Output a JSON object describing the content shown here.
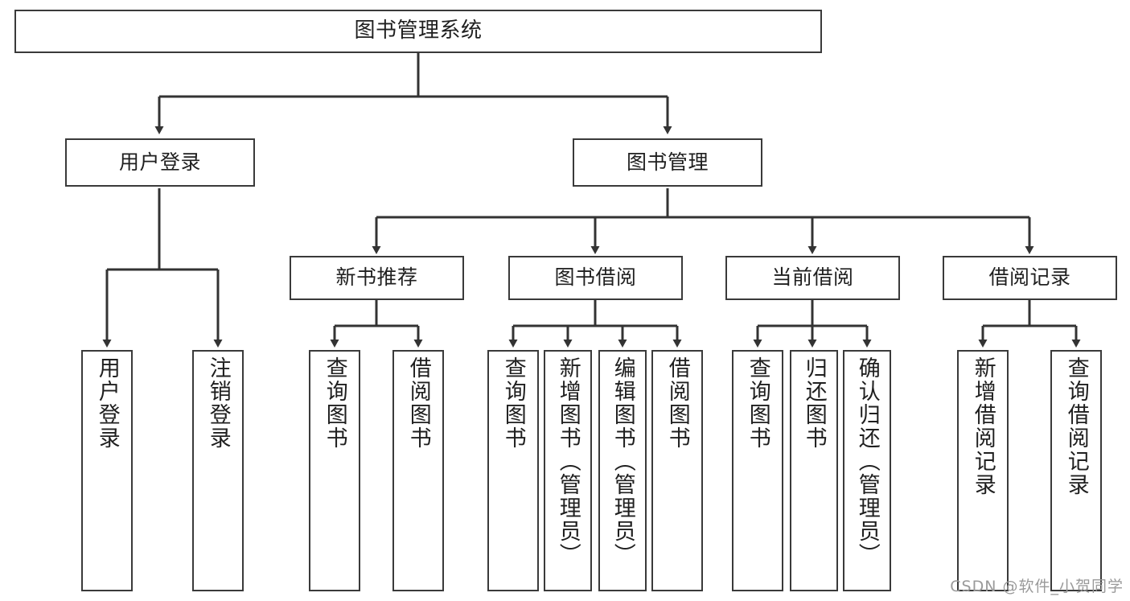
{
  "diagram": {
    "title": "图书管理系统",
    "type": "tree-hierarchy",
    "watermark": "CSDN @软件_小贺同学",
    "colors": {
      "background": "#ffffff",
      "node_border": "#3a3a3a",
      "node_fill": "#ffffff",
      "edge": "#333333",
      "text": "#1f1f1f",
      "watermark": "#9a9a9a"
    },
    "levels": {
      "root": {
        "label": "图书管理系统"
      },
      "level2": [
        {
          "id": "user-login",
          "label": "用户登录"
        },
        {
          "id": "book-management",
          "label": "图书管理"
        }
      ],
      "level3": [
        {
          "id": "new-book-recommend",
          "label": "新书推荐",
          "parent": "book-management"
        },
        {
          "id": "book-borrow",
          "label": "图书借阅",
          "parent": "book-management"
        },
        {
          "id": "current-borrow",
          "label": "当前借阅",
          "parent": "book-management"
        },
        {
          "id": "borrow-record",
          "label": "借阅记录",
          "parent": "book-management"
        }
      ],
      "leaves": [
        {
          "id": "leaf-user-login",
          "label": "用户登录",
          "parent": "user-login"
        },
        {
          "id": "leaf-logout-login",
          "label": "注销登录",
          "parent": "user-login"
        },
        {
          "id": "leaf-query-book-1",
          "label": "查询图书",
          "parent": "new-book-recommend"
        },
        {
          "id": "leaf-borrow-book-1",
          "label": "借阅图书",
          "parent": "new-book-recommend"
        },
        {
          "id": "leaf-query-book-2",
          "label": "查询图书",
          "parent": "book-borrow"
        },
        {
          "id": "leaf-add-book",
          "label": "新增图书（管理员）",
          "parent": "book-borrow"
        },
        {
          "id": "leaf-edit-book",
          "label": "编辑图书（管理员）",
          "parent": "book-borrow"
        },
        {
          "id": "leaf-borrow-book-2",
          "label": "借阅图书",
          "parent": "book-borrow"
        },
        {
          "id": "leaf-query-book-3",
          "label": "查询图书",
          "parent": "current-borrow"
        },
        {
          "id": "leaf-return-book",
          "label": "归还图书",
          "parent": "current-borrow"
        },
        {
          "id": "leaf-confirm-return",
          "label": "确认归还（管理员）",
          "parent": "current-borrow"
        },
        {
          "id": "leaf-add-record",
          "label": "新增借阅记录",
          "parent": "borrow-record"
        },
        {
          "id": "leaf-query-record",
          "label": "查询借阅记录",
          "parent": "borrow-record"
        }
      ]
    }
  }
}
